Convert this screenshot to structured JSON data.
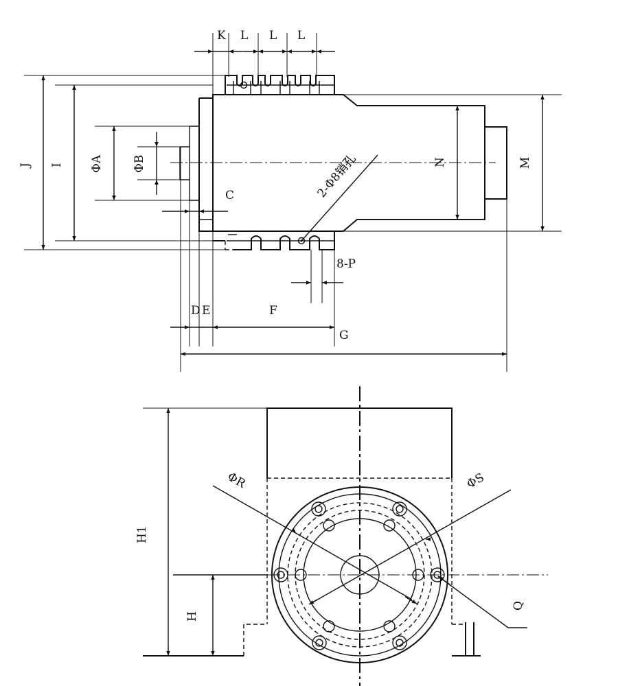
{
  "side_view": {
    "labels": {
      "K": "K",
      "L1": "L",
      "L2": "L",
      "L3": "L",
      "J": "J",
      "I": "I",
      "A": "ΦA",
      "B": "ΦB",
      "C": "C",
      "D": "D",
      "E": "E",
      "F": "F",
      "G": "G",
      "P": "8-P",
      "N": "N",
      "M": "M",
      "holes": "2-Φ8销孔"
    }
  },
  "front_view": {
    "labels": {
      "R": "ΦR",
      "S": "ΦS",
      "Q": "Q",
      "H1": "H1",
      "H": "H"
    }
  }
}
